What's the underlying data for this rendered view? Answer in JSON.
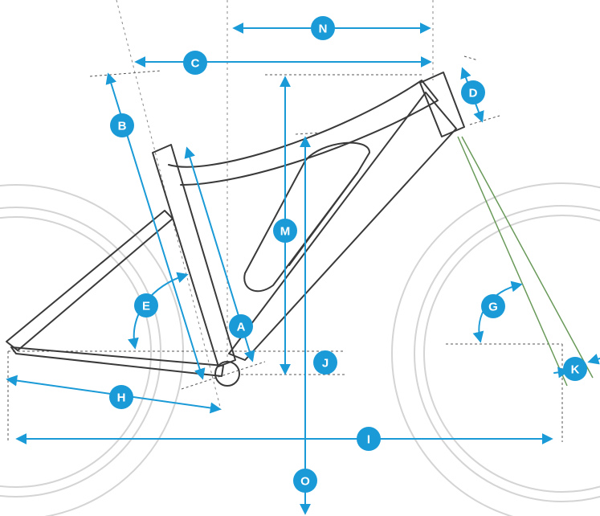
{
  "diagram": {
    "accent_color": "#1a9ad6",
    "labels": {
      "A": "A",
      "B": "B",
      "C": "C",
      "D": "D",
      "E": "E",
      "G": "G",
      "H": "H",
      "I": "I",
      "J": "J",
      "K": "K",
      "M": "M",
      "N": "N",
      "O": "O"
    }
  }
}
